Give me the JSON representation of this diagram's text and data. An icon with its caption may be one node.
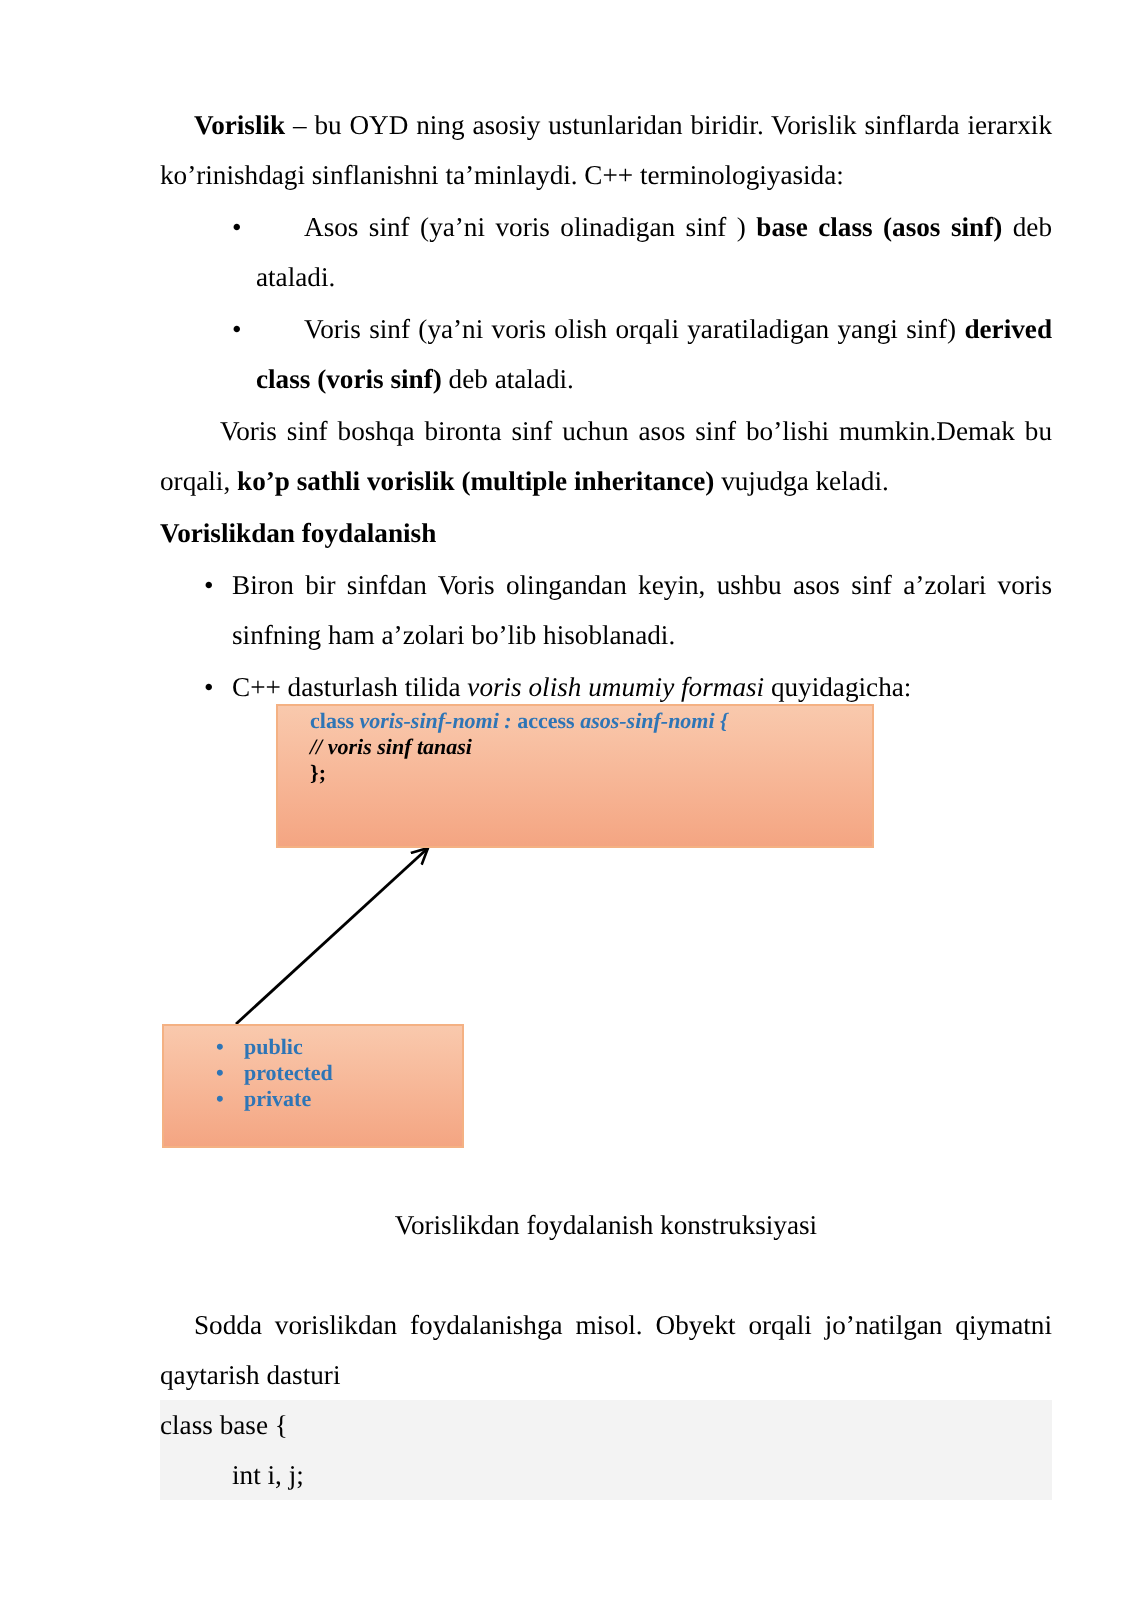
{
  "diagram": {
    "caption": "Vorislikdan foydalanish konstruksiyasi",
    "nodes": [
      {
        "text": [
          "class *voris-sinf-nomi :* access *asos-sinf-nomi {*",
          "*// voris sinf tanasi*",
          "};"
        ]
      },
      {
        "text": [
          "•",
          "public",
          "•",
          "protected",
          "•",
          "private"
        ]
      }
    ],
    "edges": [
      {
        "from": 1,
        "to": 0,
        "arrow": "to"
      }
    ],
    "labels": [
      "**Vorislik** – bu OYD ning asosiy ustunlaridan biridir. Vorislik sinflarda ierarxik ko’rinishdagi sinflanishni ta’minlaydi. C++ terminologiyasida:",
      "•",
      "Asos sinf (ya’ni voris olinadigan sinf ) **base class (asos sinf)** deb ataladi.",
      "•",
      "Voris sinf (ya’ni voris olish orqali yaratiladigan yangi sinf) **derived class (voris sinf)** deb ataladi.",
      "Voris sinf boshqa bironta sinf uchun asos sinf bo’lishi mumkin.Demak bu orqali, **ko’p sathli vorislik (multiple inheritance)** vujudga keladi.",
      "Vorislikdan foydalanish",
      "•",
      "Biron bir sinfdan Voris olingandan keyin, ushbu asos sinf a’zolari voris sinfning ham a’zolari bo’lib hisoblanadi.",
      "•",
      "C++ dasturlash tilida *voris olish umumiy formasi* quyidagicha:",
      "Sodda vorislikdan foydalanishga misol. Obyekt orqali jo’natilgan qiymatni qaytarish dasturi",
      "class base {",
      "int i, j;"
    ]
  }
}
